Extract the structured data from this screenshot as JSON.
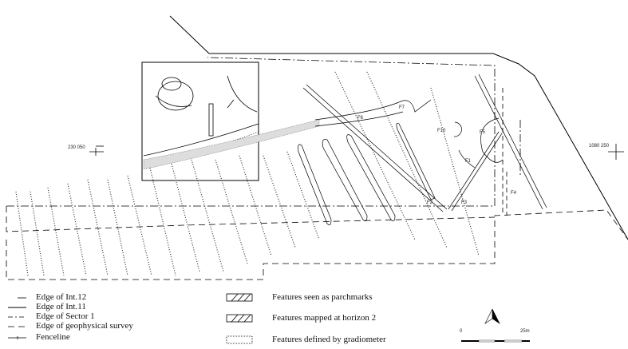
{
  "map": {
    "labels": {
      "f7": "F7",
      "f6": "F6",
      "f2": "F2",
      "f3": "F3",
      "f4": "F4",
      "f1": "F1",
      "f5": "F5",
      "f10": "F10"
    },
    "grid_ref_left": "230 050",
    "grid_ref_right": "1080 250"
  },
  "legend": {
    "lines": [
      {
        "label": "Edge of Int.12"
      },
      {
        "label": "Edge of Int.11"
      },
      {
        "label": "Edge of Sector 1"
      },
      {
        "label": "Edge of geophysical survey"
      },
      {
        "label": "Fenceline"
      }
    ],
    "fills": [
      {
        "label": "Features seen as parchmarks"
      },
      {
        "label": "Features mapped at horizon 2"
      },
      {
        "label": "Features defined by gradiometer"
      }
    ],
    "scale": {
      "start": "0",
      "end": "25m"
    }
  }
}
